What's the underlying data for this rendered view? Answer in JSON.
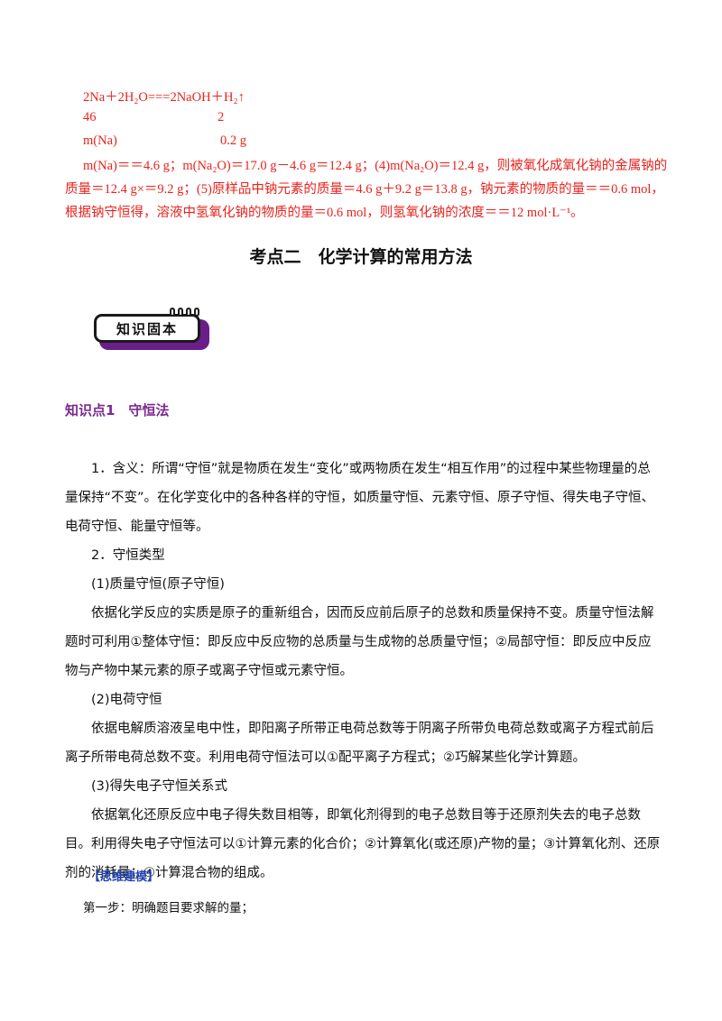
{
  "solution": {
    "equation": "2Na＋2H₂O===2NaOH＋H₂↑",
    "row_ratio_left": "46",
    "row_ratio_right": "2",
    "row_mass_left": "m(Na)",
    "row_mass_right": "0.2 g",
    "line1": "m(Na)＝＝4.6 g；m(Na₂O)＝17.0 g－4.6 g＝12.4 g；(4)m(Na₂O)＝12.4 g，则被氧化成氧化钠的金属钠的",
    "line2": "质量＝12.4 g×＝9.2 g；(5)原样品中钠元素的质量＝4.6 g＋9.2 g＝13.8 g，钠元素的物质的量＝＝0.6 mol，",
    "line3": "根据钠守恒得，溶液中氢氧化钠的物质的量＝0.6 mol，则氢氧化钠的浓度＝＝12 mol·L⁻¹。"
  },
  "section_title": "考点二　化学计算的常用方法",
  "badge_label": "知识固本",
  "knowledge_point": "知识点1　守恒法",
  "paragraphs": [
    "1．含义：所谓“守恒”就是物质在发生“变化”或两物质在发生“相互作用”的过程中某些物理量的总量保持“不变”。在化学变化中的各种各样的守恒，如质量守恒、元素守恒、原子守恒、得失电子守恒、电荷守恒、能量守恒等。",
    "2．守恒类型",
    "(1)质量守恒(原子守恒)",
    "依据化学反应的实质是原子的重新组合，因而反应前后原子的总数和质量保持不变。质量守恒法解题时可利用①整体守恒：即反应中反应物的总质量与生成物的总质量守恒；②局部守恒：即反应中反应物与产物中某元素的原子或离子守恒或元素守恒。",
    "(2)电荷守恒",
    "依据电解质溶液呈电中性，即阳离子所带正电荷总数等于阴离子所带负电荷总数或离子方程式前后离子所带电荷总数不变。利用电荷守恒法可以①配平离子方程式；②巧解某些化学计算题。",
    "(3)得失电子守恒关系式",
    "依据氧化还原反应中电子得失数目相等，即氧化剂得到的电子总数目等于还原剂失去的电子总数目。利用得失电子守恒法可以①计算元素的化合价；②计算氧化(或还原)产物的量；③计算氧化剂、还原剂的消耗量；④计算混合物的组成。"
  ],
  "model_tag": "【思维建模】",
  "step1": "第一步：明确题目要求解的量；"
}
